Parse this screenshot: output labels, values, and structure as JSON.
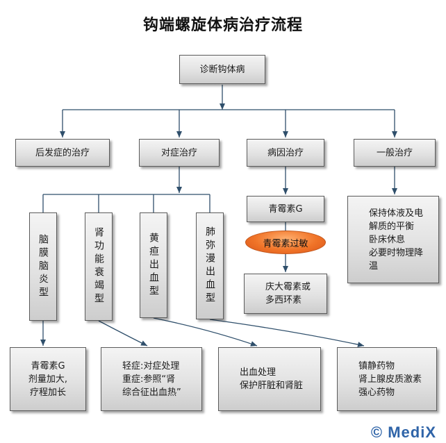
{
  "title": "钩端螺旋体病治疗流程",
  "root": "诊断钩体病",
  "level1": {
    "late": "后发症的治疗",
    "symptomatic": "对症治疗",
    "etiologic": "病因治疗",
    "general": "一般治疗"
  },
  "types": {
    "meningitis": "脑膜脑炎型",
    "renal": "肾功能衰竭型",
    "jaundice": "黄疸出血型",
    "pulmonary": "肺弥漫出血型"
  },
  "etiology": {
    "drug": "青霉素G",
    "allergy": "青霉素过敏",
    "alternative": "庆大霉素或\n多西环素"
  },
  "general_care": "保持体液及电\n解质的平衡\n卧床休息\n必要时物理降\n温",
  "treatments": {
    "meningitis": "青霉素G\n剂量加大,\n疗程加长",
    "renal": "轻症:对症处理\n重症:参照“肾\n综合征出血热”",
    "jaundice": "出血处理\n保护肝脏和肾脏",
    "pulmonary": "镇静药物\n肾上腺皮质激素\n强心药物"
  },
  "watermark": "© MediX",
  "colors": {
    "line": "#2f4f6b",
    "box_border": "#5a5a5a",
    "allergy_fill": "#f07428",
    "watermark": "#2f64a8"
  }
}
